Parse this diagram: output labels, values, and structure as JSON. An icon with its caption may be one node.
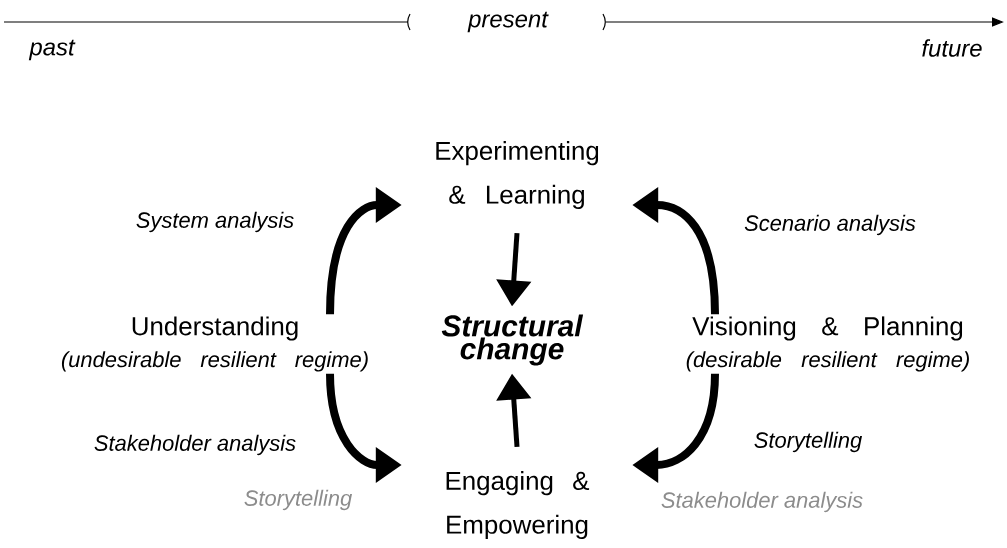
{
  "diagram": {
    "nodes": [
      {
        "text": [
          "Experimenting & Learning"
        ]
      },
      {
        "text": [
          "Understanding",
          "(undesirable resilient regime)"
        ]
      },
      {
        "text": [
          "Structural change"
        ]
      },
      {
        "text": [
          "Visioning & Planning",
          "(desirable resilient regime)"
        ]
      },
      {
        "text": [
          "Engaging & Empowering"
        ]
      }
    ],
    "edges": [
      {
        "from": 1,
        "to": 0,
        "arrow": "to",
        "label": "System analysis"
      },
      {
        "from": 3,
        "to": 0,
        "arrow": "to",
        "label": "Scenario analysis"
      },
      {
        "from": 0,
        "to": 2,
        "arrow": "to"
      },
      {
        "from": 1,
        "to": 4,
        "arrow": "to",
        "label": "Stakeholder analysis"
      },
      {
        "from": 3,
        "to": 4,
        "arrow": "to",
        "label": "Storytelling"
      },
      {
        "from": 4,
        "to": 2,
        "arrow": "to"
      }
    ],
    "labels": [
      "present",
      "past",
      "future",
      "Storytelling",
      "Stakeholder analysis"
    ]
  }
}
